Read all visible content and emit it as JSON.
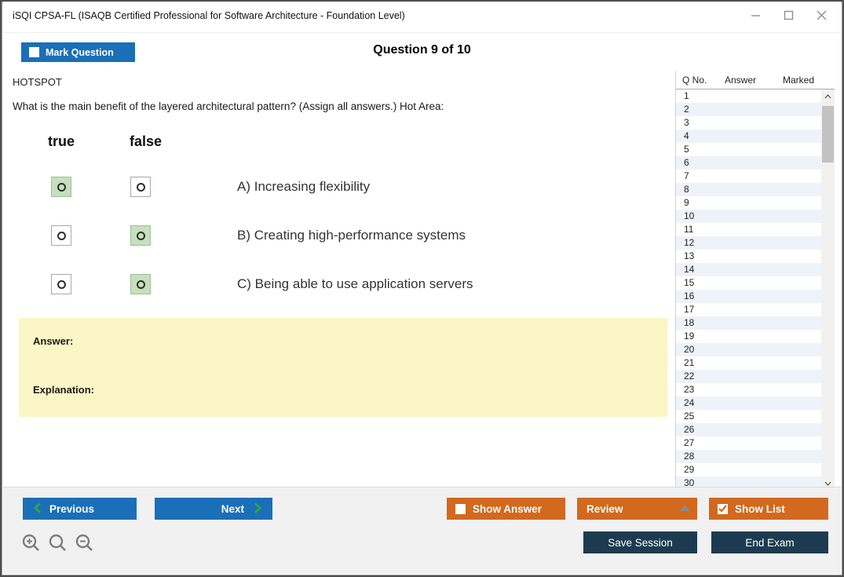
{
  "window": {
    "title": "iSQI CPSA-FL (ISAQB Certified Professional for Software Architecture - Foundation Level)"
  },
  "header": {
    "mark_question_label": "Mark Question",
    "mark_question_checked": false,
    "question_counter": "Question 9 of 10"
  },
  "question": {
    "type_label": "HOTSPOT",
    "prompt": "What is the main benefit of the layered architectural pattern? (Assign all answers.) Hot Area:",
    "columns": {
      "true_label": "true",
      "false_label": "false"
    },
    "options": [
      {
        "id": "A",
        "label": "A) Increasing flexibility",
        "selected": "true"
      },
      {
        "id": "B",
        "label": "B) Creating high-performance systems",
        "selected": "false"
      },
      {
        "id": "C",
        "label": "C) Being able to use application servers",
        "selected": "false"
      }
    ]
  },
  "answer_panel": {
    "answer_label": "Answer:",
    "answer_value": "",
    "explanation_label": "Explanation:",
    "explanation_value": ""
  },
  "question_list": {
    "headers": [
      "Q No.",
      "Answer",
      "Marked"
    ],
    "rows": [
      1,
      2,
      3,
      4,
      5,
      6,
      7,
      8,
      9,
      10,
      11,
      12,
      13,
      14,
      15,
      16,
      17,
      18,
      19,
      20,
      21,
      22,
      23,
      24,
      25,
      26,
      27,
      28,
      29,
      30
    ],
    "answers": "",
    "marked": ""
  },
  "footer": {
    "previous_label": "Previous",
    "next_label": "Next",
    "show_answer_label": "Show Answer",
    "show_answer_checked": false,
    "review_label": "Review",
    "show_list_label": "Show List",
    "show_list_checked": true,
    "save_session_label": "Save Session",
    "end_exam_label": "End Exam"
  },
  "colors": {
    "accent_blue": "#1a6fb8",
    "accent_orange": "#d2691e",
    "accent_navy": "#1d3b50",
    "chevron_green": "#2fae2f",
    "selected_radio_bg": "#c5e0bd",
    "answer_box_bg": "#faf6c5",
    "list_stripe": "#edf3f9"
  }
}
